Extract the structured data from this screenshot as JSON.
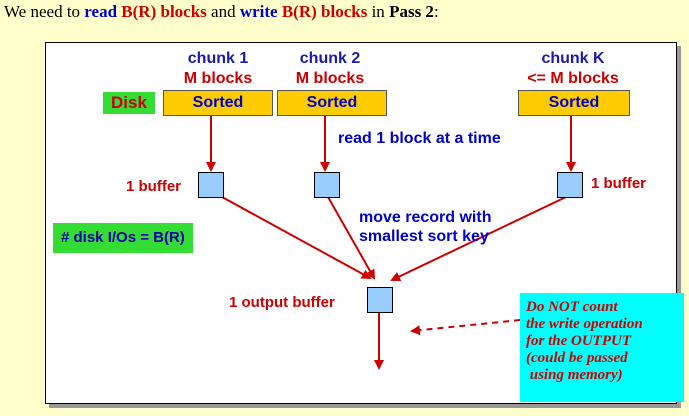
{
  "heading": {
    "part1": "We need to ",
    "read": "read",
    "space1": " ",
    "br1": "B(R) blocks",
    "and": " and ",
    "write": "write",
    "space2": " ",
    "br2": "B(R) blocks",
    "in": " in ",
    "pass": "Pass 2",
    "colon": ":"
  },
  "chunks": [
    {
      "title": "chunk 1",
      "sub": "M blocks",
      "label": "Sorted"
    },
    {
      "title": "chunk 2",
      "sub": "M blocks",
      "label": "Sorted"
    },
    {
      "title": "chunk K",
      "sub": "<= M blocks",
      "label": "Sorted"
    }
  ],
  "disk_label": "Disk",
  "read_label": "read 1 block at a time",
  "buffer_left_label": "1 buffer",
  "buffer_right_label": "1 buffer",
  "io_label": "# disk I/Os = B(R)",
  "move_label": "move record with",
  "move_label2": "smallest sort key",
  "output_label": "1 output buffer",
  "note": "Do NOT count\nthe write operation\nfor the OUTPUT\n(could be passed\n using memory)",
  "colors": {
    "background": "#ffffcc",
    "sorted": "#ffcc00",
    "buffer": "#99ccff",
    "green": "#33dd33",
    "note": "#00ffff",
    "arrow": "#cc0000"
  }
}
